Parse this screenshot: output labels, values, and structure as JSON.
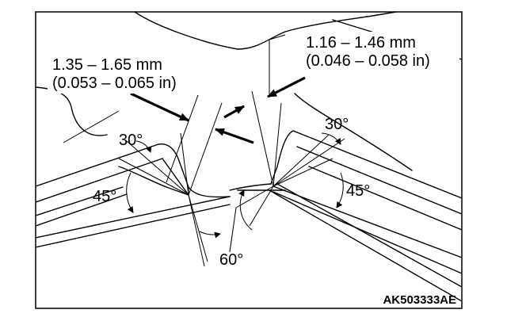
{
  "labels": {
    "left_dim_mm": "1.35 – 1.65 mm",
    "left_dim_in": "(0.053 – 0.065 in)",
    "right_dim_mm": "1.16 – 1.46 mm",
    "right_dim_in": "(0.046 – 0.058 in)",
    "angle_30_left": "30°",
    "angle_45_left": "45°",
    "angle_30_right": "30°",
    "angle_45_right": "45°",
    "angle_60": "60°",
    "figure_code": "AK503333AE"
  }
}
